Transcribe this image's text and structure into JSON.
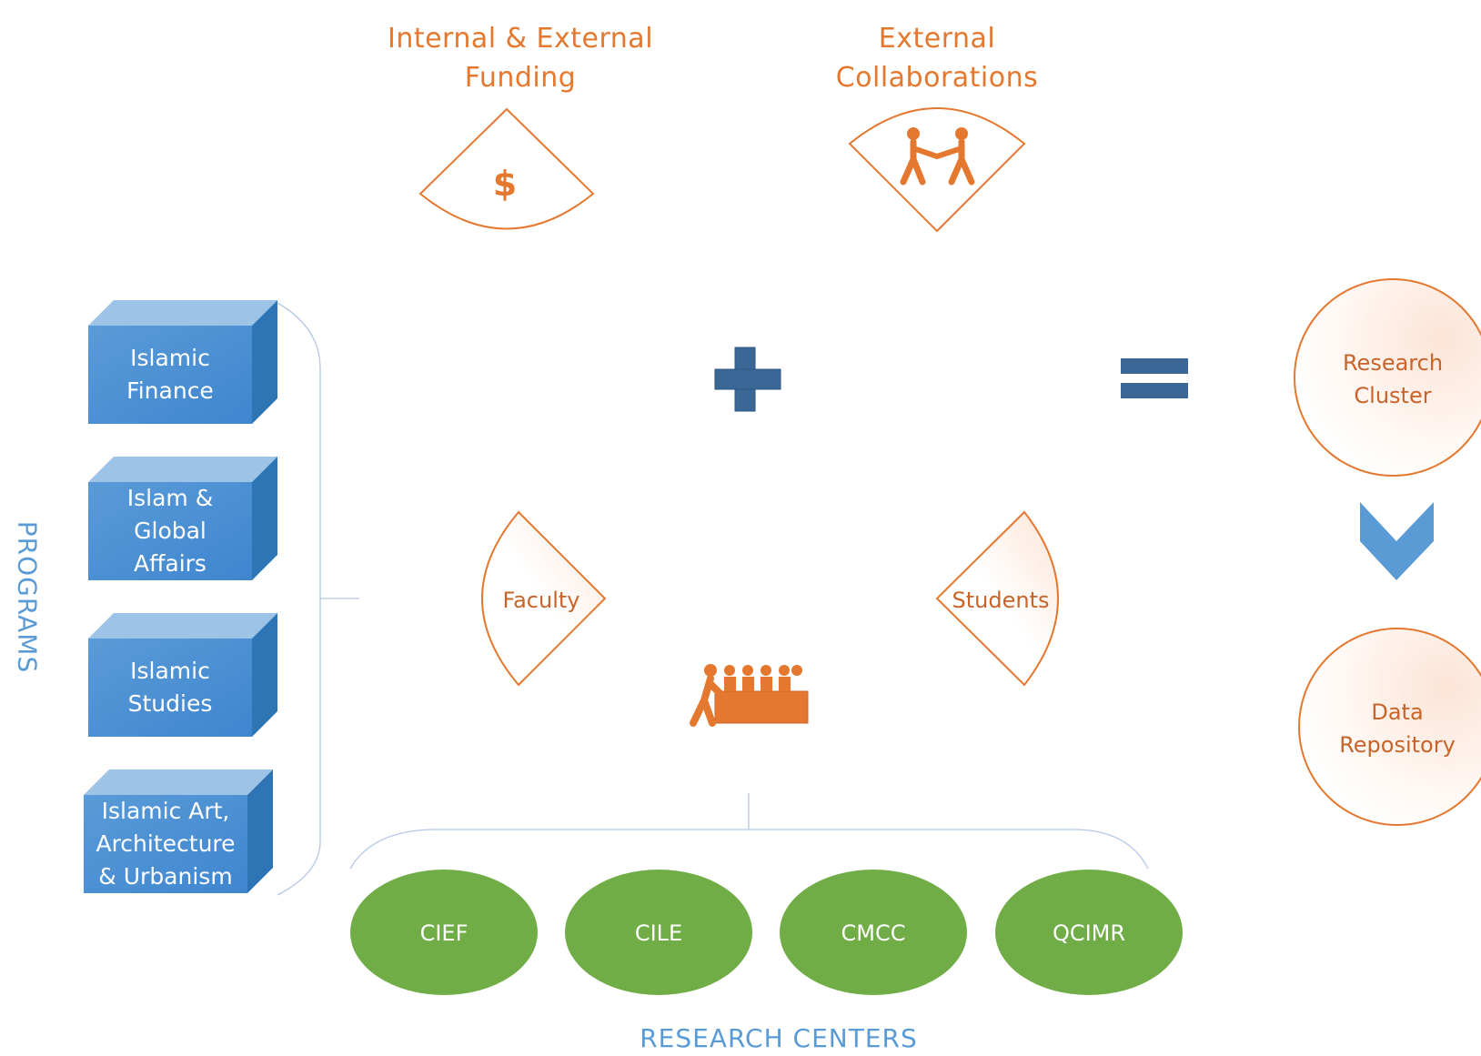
{
  "funding": {
    "title": "Internal & External\nFunding",
    "icon": "dollar-icon",
    "symbol": "$"
  },
  "collaborations": {
    "title": "External\nCollaborations",
    "icon": "handshake-people-icon"
  },
  "operators": {
    "plus": "plus-icon",
    "equals": "equals-icon"
  },
  "programs": {
    "label": "PROGRAMS",
    "items": [
      {
        "label": "Islamic\nFinance"
      },
      {
        "label": "Islam &\nGlobal\nAffairs"
      },
      {
        "label": "Islamic\nStudies"
      },
      {
        "label": "Islamic Art,\nArchitecture\n& Urbanism"
      }
    ]
  },
  "people": {
    "faculty": "Faculty",
    "students": "Students",
    "board_icon": "board-of-directors-icon"
  },
  "outcomes": {
    "cluster": "Research\nCluster",
    "repository": "Data\nRepository",
    "arrow_icon": "chevron-down-icon"
  },
  "research_centers": {
    "label": "RESEARCH CENTERS",
    "items": [
      {
        "label": "CIEF"
      },
      {
        "label": "CILE"
      },
      {
        "label": "CMCC"
      },
      {
        "label": "QCIMR"
      }
    ]
  },
  "colors": {
    "orange": "#E5782F",
    "blue_box": "#4A90D0",
    "blue_top": "#9DC3E6",
    "blue_side": "#2E75B6",
    "green": "#70AD47",
    "operator": "#3B6797"
  }
}
